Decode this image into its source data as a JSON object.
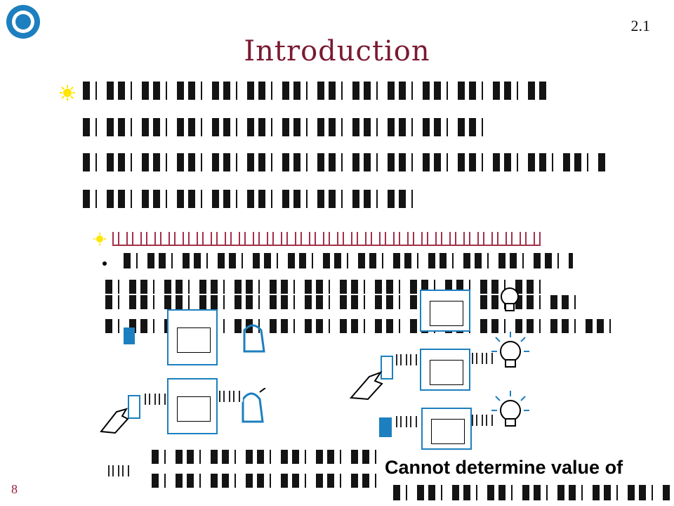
{
  "slide": {
    "page_number": "2.1",
    "title": "Introduction",
    "footer_number": "8",
    "bottom_text": "Cannot determine value of"
  },
  "colors": {
    "title": "#7a1a32",
    "accent_blue": "#1d7fbf",
    "bullet_yellow": "#ffe600",
    "footer_red": "#9a1a36"
  },
  "icons": {
    "logo": "university-logo-icon",
    "bullet": "sun-bullet-icon",
    "lamp": "light-bulb-icon",
    "hand": "pointing-hand-icon",
    "device": "device-box-icon"
  }
}
